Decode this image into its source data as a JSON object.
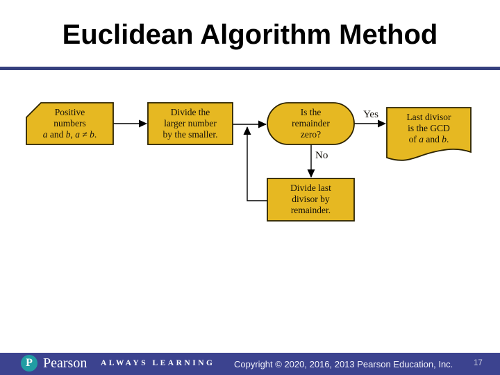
{
  "slide": {
    "title": "Euclidean Algorithm Method",
    "page_number": "17"
  },
  "flowchart": {
    "start": {
      "line1": "Positive",
      "line2": "numbers",
      "l3_a": "a",
      "l3_and": " and ",
      "l3_b": "b",
      "l3_comma": ", ",
      "l3_a2": "a",
      "l3_neq": " ≠ ",
      "l3_b2": "b",
      "l3_dot": "."
    },
    "divide": {
      "line1": "Divide the",
      "line2": "larger number",
      "line3": "by the smaller."
    },
    "decision": {
      "line1": "Is the",
      "line2": "remainder",
      "line3": "zero?"
    },
    "yes_label": "Yes",
    "no_label": "No",
    "result": {
      "line1": "Last divisor",
      "line2": "is the GCD",
      "l3_of": "of ",
      "l3_a": "a",
      "l3_and": " and ",
      "l3_b": "b",
      "l3_dot": "."
    },
    "loop": {
      "line1": "Divide last",
      "line2": "divisor by",
      "line3": "remainder."
    }
  },
  "footer": {
    "logo_letter": "P",
    "brand": "Pearson",
    "tagline": "ALWAYS LEARNING",
    "copyright": "Copyright © 2020, 2016, 2013 Pearson Education, Inc."
  },
  "colors": {
    "shape_fill": "#E6B822",
    "shape_border": "#2B2200",
    "connector": "#000000",
    "title_rule": "#35407E",
    "footer_bar": "#3C438F",
    "logo_teal": "#219DA3",
    "text": "#000000"
  }
}
